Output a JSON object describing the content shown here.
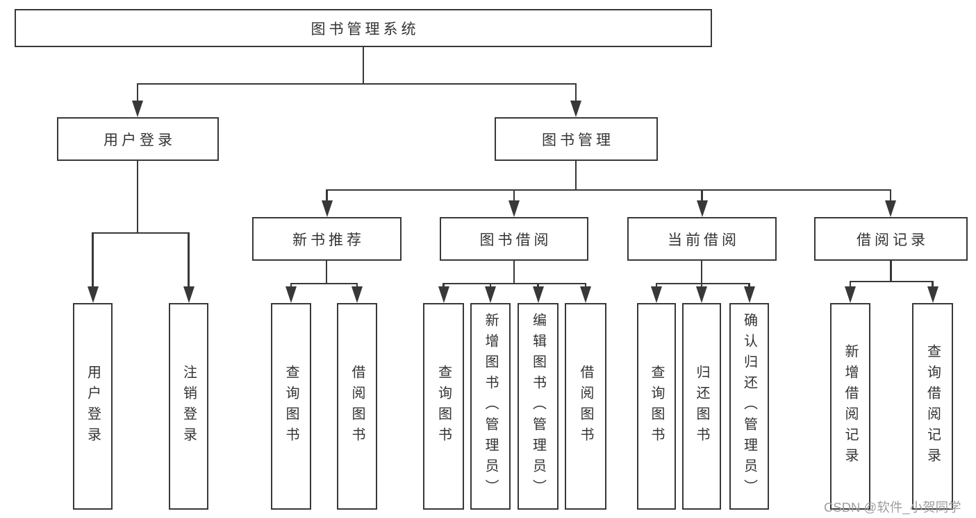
{
  "diagram": {
    "root": "图书管理系统",
    "level2": {
      "login": "用户登录",
      "manage": "图书管理"
    },
    "level3": {
      "new_books": "新书推荐",
      "borrow": "图书借阅",
      "current": "当前借阅",
      "records": "借阅记录"
    },
    "leaves": {
      "login": [
        "用户登录",
        "注销登录"
      ],
      "new_books": [
        "查询图书",
        "借阅图书"
      ],
      "borrow": [
        "查询图书",
        "新增图书（管理员）",
        "编辑图书（管理员）",
        "借阅图书"
      ],
      "current": [
        "查询图书",
        "归还图书",
        "确认归还（管理员）"
      ],
      "records": [
        "新增借阅记录",
        "查询借阅记录"
      ]
    },
    "colors": {
      "line": "#383838",
      "text": "#333333",
      "background": "#ffffff",
      "watermark": "#9e9e9e"
    }
  },
  "watermark": "CSDN @软件_小贺同学"
}
